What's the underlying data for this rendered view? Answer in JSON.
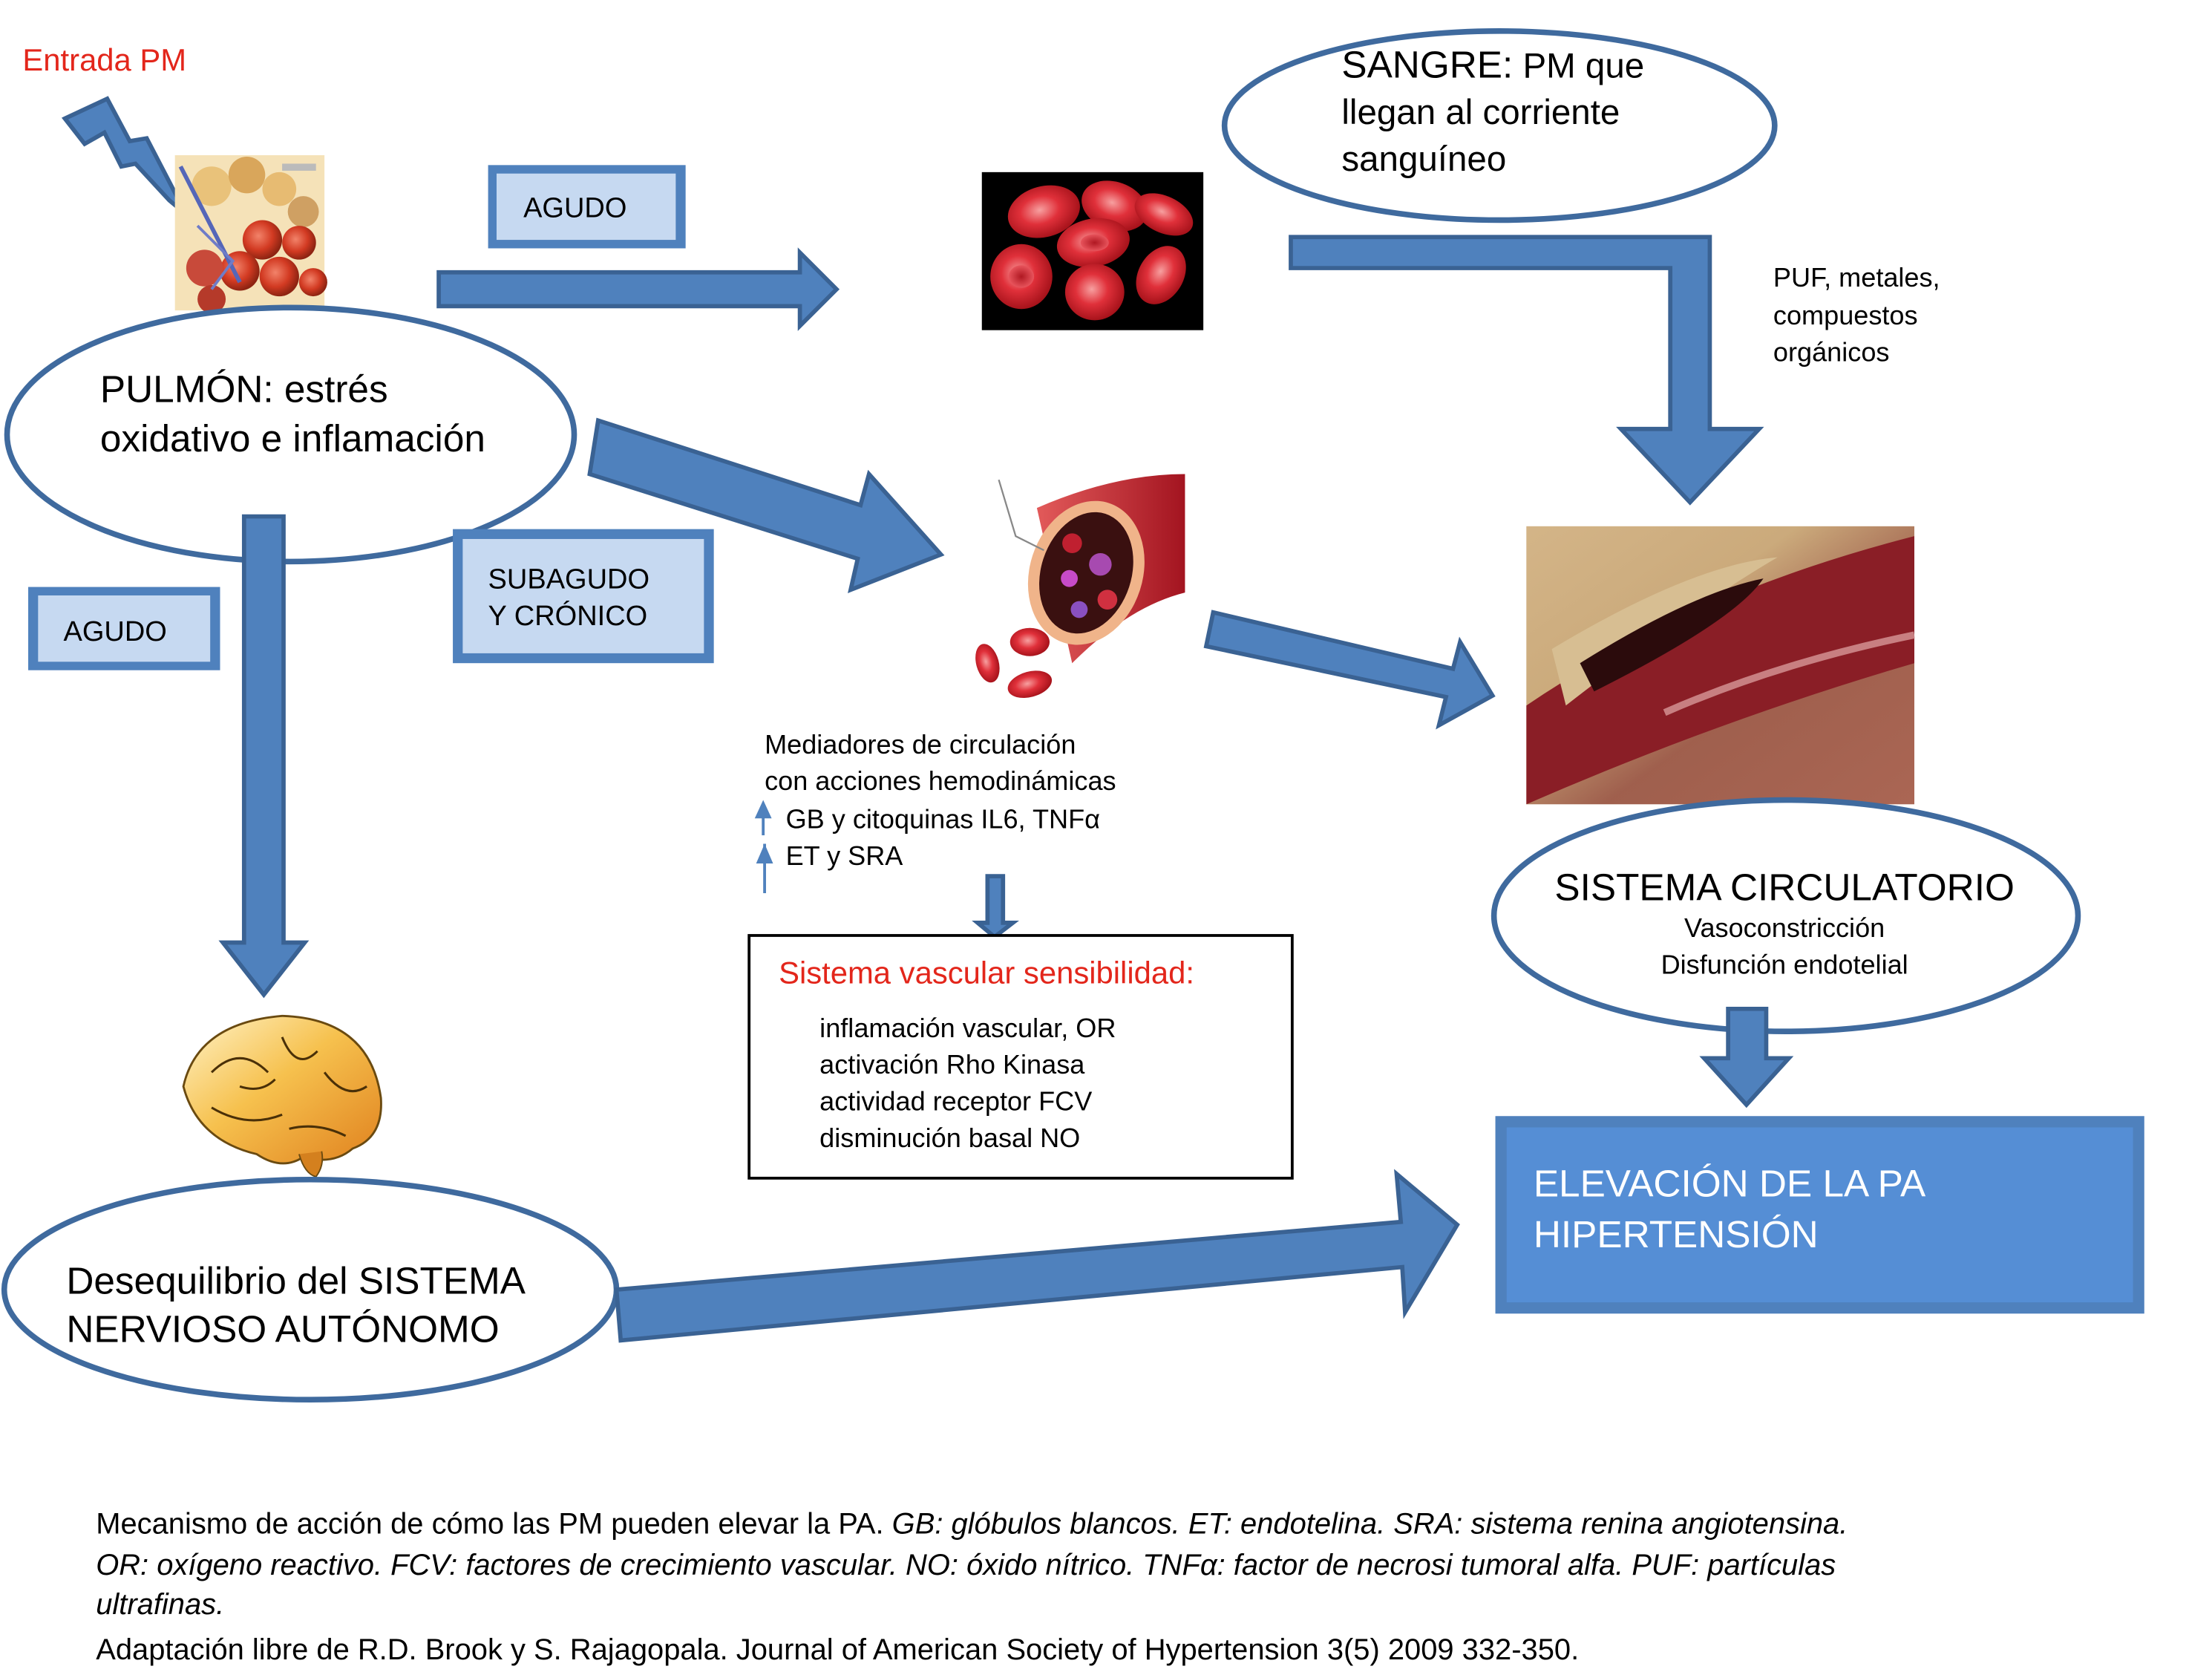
{
  "diagram": {
    "entry_label": "Entrada PM",
    "colors": {
      "arrow": "#4F81BD",
      "arrow_outline": "#3A6293",
      "tag_fill": "#C6D9F1",
      "tag_border": "#4F81BD",
      "accent_red": "#E3261B",
      "result_box": "#558ED5"
    },
    "nodes": {
      "lung": {
        "title": "PULMÓN: estrés",
        "line2": "oxidativo e inflamación",
        "image": "lung-alveoli-illustration"
      },
      "blood": {
        "line1_bold": "SANGRE:",
        "line1_rest": " PM que",
        "line2": "llegan al corriente",
        "line3": "sanguíneo",
        "image": "red-blood-cells-photo"
      },
      "vessel_image": "blood-vessel-cross-section-illustration",
      "artery_image": "atherosclerotic-artery-photo",
      "brain_image": "brain-illustration",
      "mediators": {
        "line1": "Mediadores de circulación",
        "line2": "con acciones hemodinámicas",
        "items": [
          {
            "indicator": "up-arrow",
            "text": "GB y citoquinas IL6, TNFα"
          },
          {
            "indicator": "up-arrow",
            "text": "ET y SRA"
          }
        ]
      },
      "vascular_sensitivity": {
        "title": "Sistema vascular sensibilidad:",
        "items": [
          "inflamación vascular, OR",
          "activación Rho Kinasa",
          "actividad receptor FCV",
          "disminución basal NO"
        ]
      },
      "circulatory": {
        "title": "SISTEMA CIRCULATORIO",
        "line2": "Vasoconstricción",
        "line3": "Disfunción endotelial"
      },
      "autonomic": {
        "line1": "Desequilibrio del SISTEMA",
        "line2": "NERVIOSO AUTÓNOMO"
      },
      "result": {
        "line1": "ELEVACIÓN DE LA PA",
        "line2": "HIPERTENSIÓN"
      }
    },
    "tags": {
      "acute_top": "AGUDO",
      "acute_left": "AGUDO",
      "subacute_line1": "SUBAGUDO",
      "subacute_line2": "Y CRÓNICO"
    },
    "side_note": {
      "line1": "PUF, metales,",
      "line2": "compuestos",
      "line3": "orgánicos"
    }
  },
  "caption": {
    "line1_normal": "Mecanismo de acción de cómo las PM pueden elevar la PA. ",
    "line1_italic": "GB: glóbulos blancos. ET: endotelina. SRA: sistema renina angiotensina.",
    "line2_italic": "OR: oxígeno reactivo. FCV: factores de crecimiento vascular. NO: óxido nítrico. TNFα: factor de necrosi tumoral alfa. PUF: partículas",
    "line3_italic": "ultrafinas.",
    "line4": "Adaptación libre de R.D. Brook y S. Rajagopala. Journal of American Society of Hypertension 3(5) 2009 332-350."
  }
}
